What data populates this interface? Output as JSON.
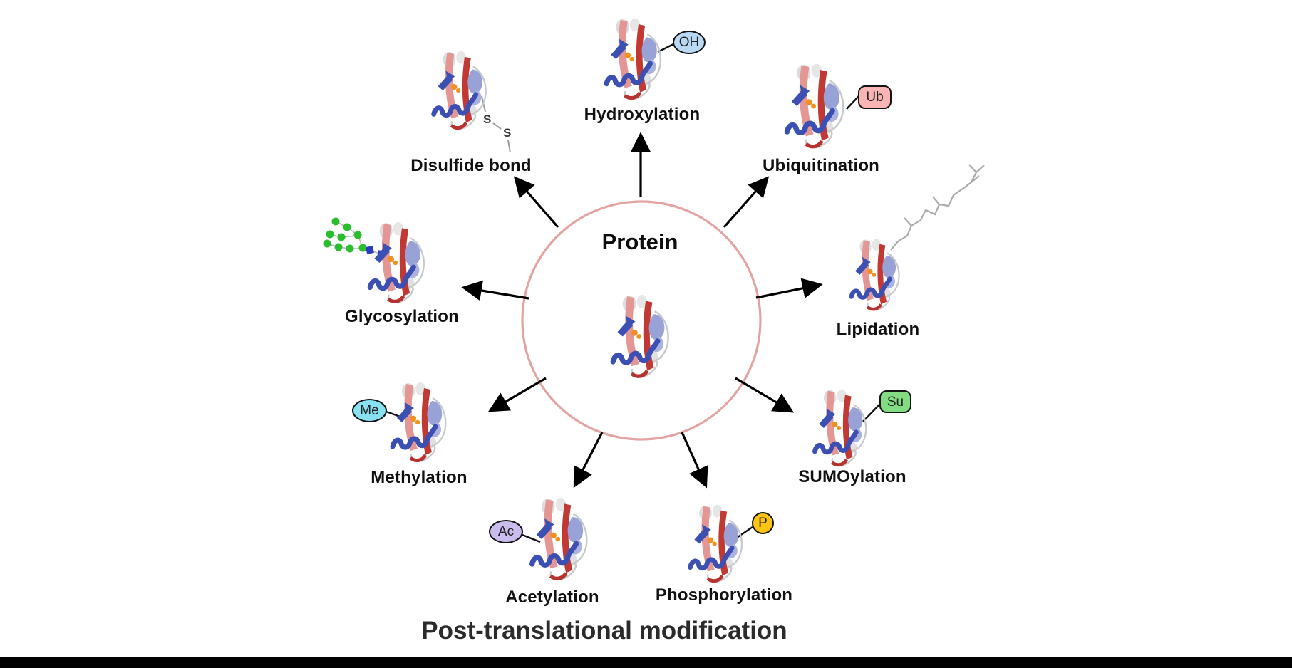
{
  "figure": {
    "title": "Post-translational modification",
    "center_label": "Protein"
  },
  "modifications": [
    {
      "name": "Hydroxylation",
      "tag": "OH",
      "tag_color": "#b9d8f4",
      "tag_shape": "ellipse"
    },
    {
      "name": "Ubiquitination",
      "tag": "Ub",
      "tag_color": "#f9b5b3",
      "tag_shape": "rounded-rect"
    },
    {
      "name": "Lipidation",
      "tag": "",
      "tag_color": "",
      "tag_shape": "lipid-chain"
    },
    {
      "name": "SUMOylation",
      "tag": "Su",
      "tag_color": "#83dc81",
      "tag_shape": "rounded-rect"
    },
    {
      "name": "Phosphorylation",
      "tag": "P",
      "tag_color": "#fdc414",
      "tag_shape": "circle"
    },
    {
      "name": "Acetylation",
      "tag": "Ac",
      "tag_color": "#cbbcee",
      "tag_shape": "ellipse"
    },
    {
      "name": "Methylation",
      "tag": "Me",
      "tag_color": "#87e1f1",
      "tag_shape": "ellipse"
    },
    {
      "name": "Glycosylation",
      "tag": "",
      "tag_color": "",
      "tag_shape": "glycan-tree"
    },
    {
      "name": "Disulfide bond",
      "tag": "",
      "tag_color": "",
      "tag_shape": "s-s-bridge"
    }
  ],
  "disulfide": {
    "s1": "S",
    "s2": "S"
  },
  "colors": {
    "circle_stroke": "#e2a3a1",
    "arrow": "#000000",
    "label_text": "#111111",
    "title_text": "#2b2b2b",
    "lipid_chain": "#ababab",
    "glycan_dot": "#2abd2d",
    "glycan_square": "#2b3bc0",
    "ribbon_red": "#c23833",
    "ribbon_salmon": "#e49694",
    "ribbon_blue": "#3b50b2",
    "bottom_bar": "#000000"
  }
}
